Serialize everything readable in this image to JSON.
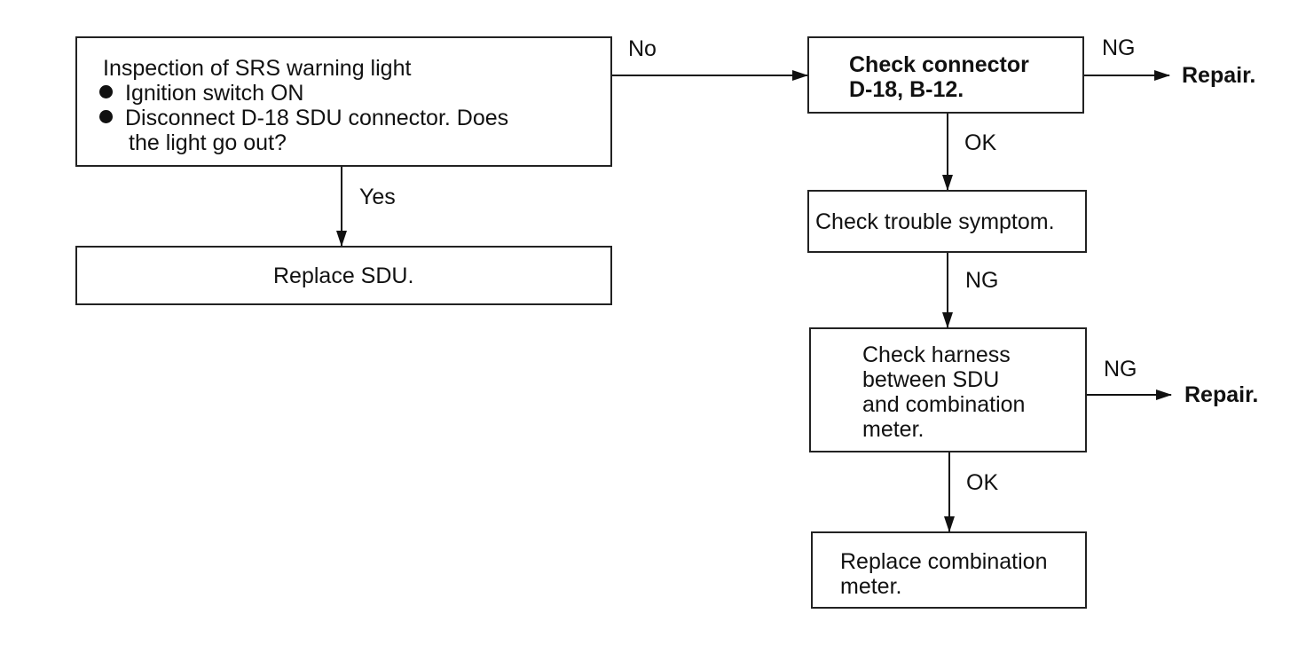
{
  "start": {
    "title": "Inspection of SRS warning light",
    "items": [
      "Ignition switch ON",
      "Disconnect D-18 SDU connector.  Does",
      "the light go out?"
    ]
  },
  "replace_sdu": "Replace SDU.",
  "check_connector": {
    "line1": "Check connector",
    "line2": "D-18, B-12."
  },
  "check_symptom": "Check trouble symptom.",
  "check_harness": [
    "Check harness",
    "between SDU",
    "and combination",
    "meter."
  ],
  "replace_meter": [
    "Replace combination",
    "meter."
  ],
  "repair_label": "Repair.",
  "edge_labels": {
    "no": "No",
    "yes": "Yes",
    "ok": "OK",
    "ng": "NG"
  }
}
